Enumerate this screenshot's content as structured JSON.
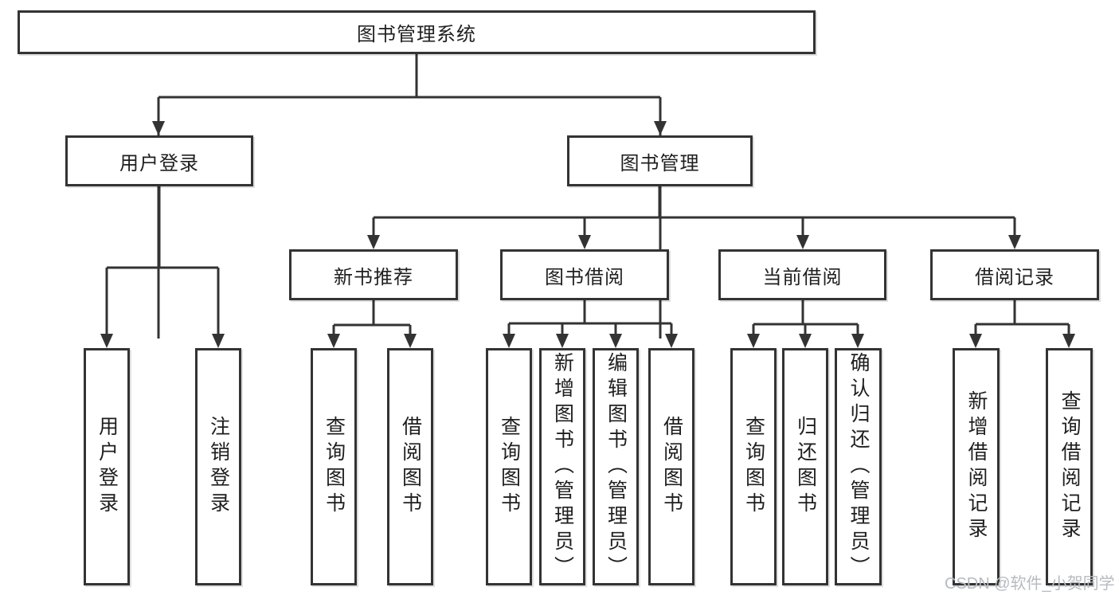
{
  "tree": {
    "label": "图书管理系统",
    "children": [
      {
        "label": "用户登录",
        "children": [
          {
            "label": "用户登录"
          },
          {
            "label": "注销登录"
          }
        ]
      },
      {
        "label": "图书管理",
        "children": [
          {
            "label": "新书推荐",
            "children": [
              {
                "label": "查询图书"
              },
              {
                "label": "借阅图书"
              }
            ]
          },
          {
            "label": "图书借阅",
            "children": [
              {
                "label": "查询图书"
              },
              {
                "label": "新增图书（管理员）"
              },
              {
                "label": "编辑图书（管理员）"
              },
              {
                "label": "借阅图书"
              }
            ]
          },
          {
            "label": "当前借阅",
            "children": [
              {
                "label": "查询图书"
              },
              {
                "label": "归还图书"
              },
              {
                "label": "确认归还（管理员）"
              }
            ]
          },
          {
            "label": "借阅记录",
            "children": [
              {
                "label": "新增借阅记录"
              },
              {
                "label": "查询借阅记录"
              }
            ]
          }
        ]
      }
    ]
  },
  "watermark": {
    "text": "CSDN @软件_小贺同学"
  },
  "colors": {
    "line": "#333333",
    "text": "#1f1f1f",
    "box_bg": "#ffffff",
    "watermark": "#b7bbc0"
  }
}
